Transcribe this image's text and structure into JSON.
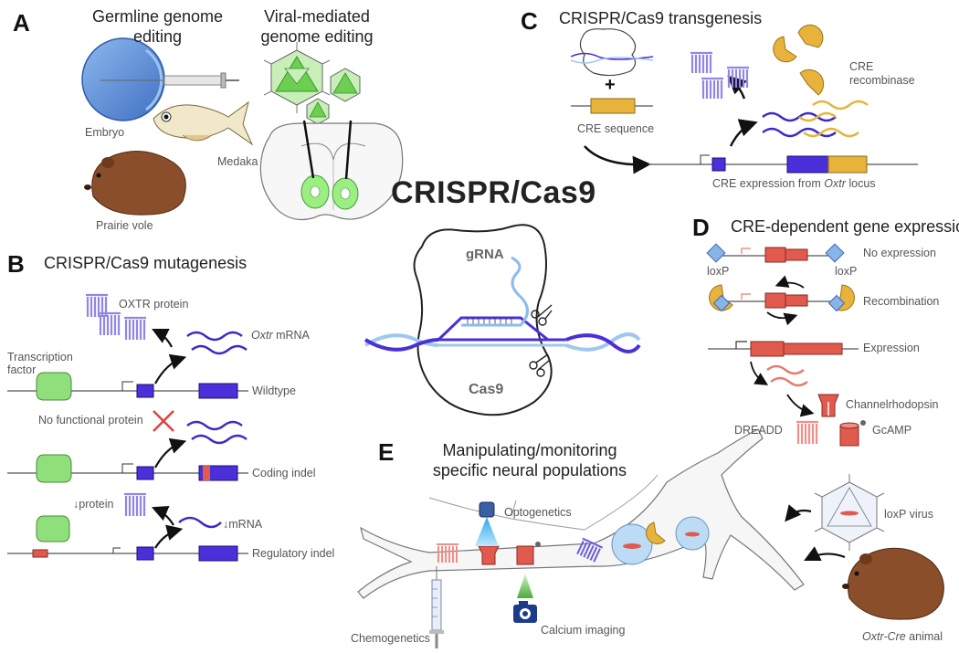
{
  "center_title": "CRISPR/Cas9",
  "cas9": {
    "grna": "gRNA",
    "cas9": "Cas9"
  },
  "panel_a": {
    "letter": "A",
    "germline_line1": "Germline genome",
    "germline_line2": "editing",
    "viral_line1": "Viral-mediated",
    "viral_line2": "genome editing",
    "embryo": "Embryo",
    "medaka": "Medaka",
    "prairie_vole": "Prairie vole"
  },
  "panel_b": {
    "letter": "B",
    "title": "CRISPR/Cas9 mutagenesis",
    "oxtr_protein": "OXTR protein",
    "oxtr_mrna_italic": "Oxtr",
    "oxtr_mrna_rest": " mRNA",
    "tf_line1": "Transcription",
    "tf_line2": "factor",
    "wildtype": "Wildtype",
    "no_functional": "No functional protein",
    "coding_indel": "Coding indel",
    "down_protein": "↓protein",
    "down_mrna": "↓mRNA",
    "regulatory_indel": "Regulatory indel"
  },
  "panel_c": {
    "letter": "C",
    "title": "CRISPR/Cas9 transgenesis",
    "plus": "+",
    "cre_sequence": "CRE sequence",
    "cre_line1": "CRE",
    "cre_line2": "recombinase",
    "expr_pre": "CRE expression from ",
    "expr_italic": "Oxtr",
    "expr_post": " locus"
  },
  "panel_d": {
    "letter": "D",
    "title": "CRE-dependent gene expression",
    "no_expression": "No expression",
    "loxp_left": "loxP",
    "loxp_right": "loxP",
    "recombination": "Recombination",
    "expression": "Expression",
    "channelrhodopsin": "Channelrhodopsin",
    "dreadd": "DREADD",
    "gcamp": "GcAMP"
  },
  "panel_e": {
    "letter": "E",
    "title_line1": "Manipulating/monitoring",
    "title_line2": "specific neural populations",
    "optogenetics": "Optogenetics",
    "chemogenetics": "Chemogenetics",
    "calcium_imaging": "Calcium imaging",
    "loxp_virus": "loxP virus",
    "animal_italic": "Oxtr-Cre",
    "animal_rest": " animal"
  },
  "colors": {
    "gene_blue": "#4b2fd8",
    "mrna_blue": "#3a2bc9",
    "protein_blue": "#8f86e8",
    "cre_orange": "#e8b33a",
    "red_gene": "#e05a4e",
    "green_tf": "#8fe07a",
    "vole_brown": "#8a4e2a",
    "embryo_blue": "#5b8fd6"
  }
}
